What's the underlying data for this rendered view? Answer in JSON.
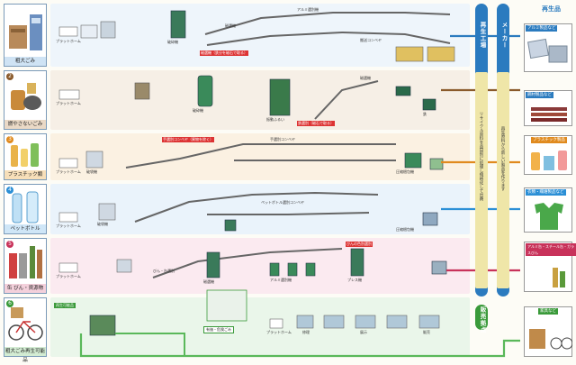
{
  "header": {
    "products_title": "再生品"
  },
  "categories": [
    {
      "label": "粗大ごみ",
      "num": "",
      "color": "#4a86c5"
    },
    {
      "label": "燃やさないごみ",
      "num": "2",
      "color": "#8a5a2b"
    },
    {
      "label": "プラスチック類",
      "num": "3",
      "color": "#e08a1e"
    },
    {
      "label": "ペットボトル",
      "num": "4",
      "color": "#2b8fd6"
    },
    {
      "label": "缶  びん・資源物",
      "num": "5",
      "color": "#c8325a"
    },
    {
      "label": "粗大ごみ再生可能品",
      "num": "6",
      "color": "#3a9a3a"
    }
  ],
  "bands": {
    "recycle_factory": "再生工場",
    "maker": "メーカー",
    "sales": "販売拠点"
  },
  "notes": {
    "recycle_factory_note": "リサイクル原料を品目別に処理し規格化して出荷",
    "maker_note": "再生原料から新しい製品を作ります"
  },
  "process": {
    "r1": [
      "プラットホーム",
      "破砕機",
      "磁選機",
      "アルミ選別機",
      "搬送コンベヤ"
    ],
    "r2": [
      "プラットホーム",
      "破砕機",
      "振動ふるい",
      "磁選機",
      "鉄"
    ],
    "r3": [
      "プラットホーム",
      "破袋機",
      "手選別コンベヤ",
      "圧縮梱包機"
    ],
    "r4": [
      "プラットホーム",
      "破袋機",
      "ペットボトル選別コンベヤ",
      "圧縮梱包機"
    ],
    "r5": [
      "プラットホーム",
      "びん・缶選別",
      "磁選機",
      "アルミ選別機",
      "プレス機"
    ],
    "r6": [
      "プラットホーム",
      "修理",
      "展示",
      "販売"
    ]
  },
  "redboxes": {
    "r1": "磁選機（鉄分を磁石で取る）",
    "r2": "鉄選別（磁石で取る）",
    "r3": "手選別コンベヤ（異物を除く）",
    "r5": "びんの色別選別"
  },
  "side_products": [
    {
      "tag": "アルミ製品など",
      "color": "#2b7bbf"
    },
    {
      "tag": "鋼材製品など",
      "color": "#2b7bbf"
    },
    {
      "tag": "プラスチック製品",
      "color": "#e08a1e"
    },
    {
      "tag": "衣類・繊維製品など",
      "color": "#2b8fd6"
    },
    {
      "tag": "アルミ缶・スチール缶・ガラスびん",
      "color": "#c8325a"
    },
    {
      "tag": "家具など",
      "color": "#3a9a3a"
    }
  ],
  "sub_items": {
    "r6_mid": "有価・危険ごみ",
    "r6_left": "再生可能品"
  }
}
